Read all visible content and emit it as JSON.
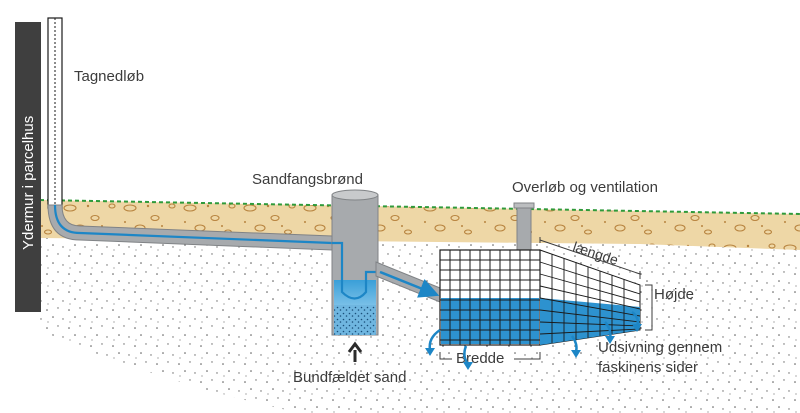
{
  "labels": {
    "wall": "Ydermur i parcelhus",
    "downpipe": "Tagnedløb",
    "sand_trap_well": "Sandfangsbrønd",
    "settled_sand": "Bundfældet sand",
    "overflow_ventilation": "Overløb og ventilation",
    "length": "længde",
    "height": "Højde",
    "width": "Bredde",
    "seepage_line1": "Udsivning gennem",
    "seepage_line2": "faskinens sider"
  },
  "colors": {
    "wall": "#3f3f3f",
    "soil_top": "#eed7a6",
    "soil_stones": "#b8843f",
    "grass_line": "#2f9a3a",
    "pipe": "#a7aaad",
    "water": "#1d86c6",
    "water_light": "#5fb3e2",
    "grid": "#1a1a1a",
    "text": "#3c3c3c"
  },
  "icons": {
    "flow_arrow": "arrow-icon",
    "seepage_arrow": "curved-arrow-icon"
  }
}
